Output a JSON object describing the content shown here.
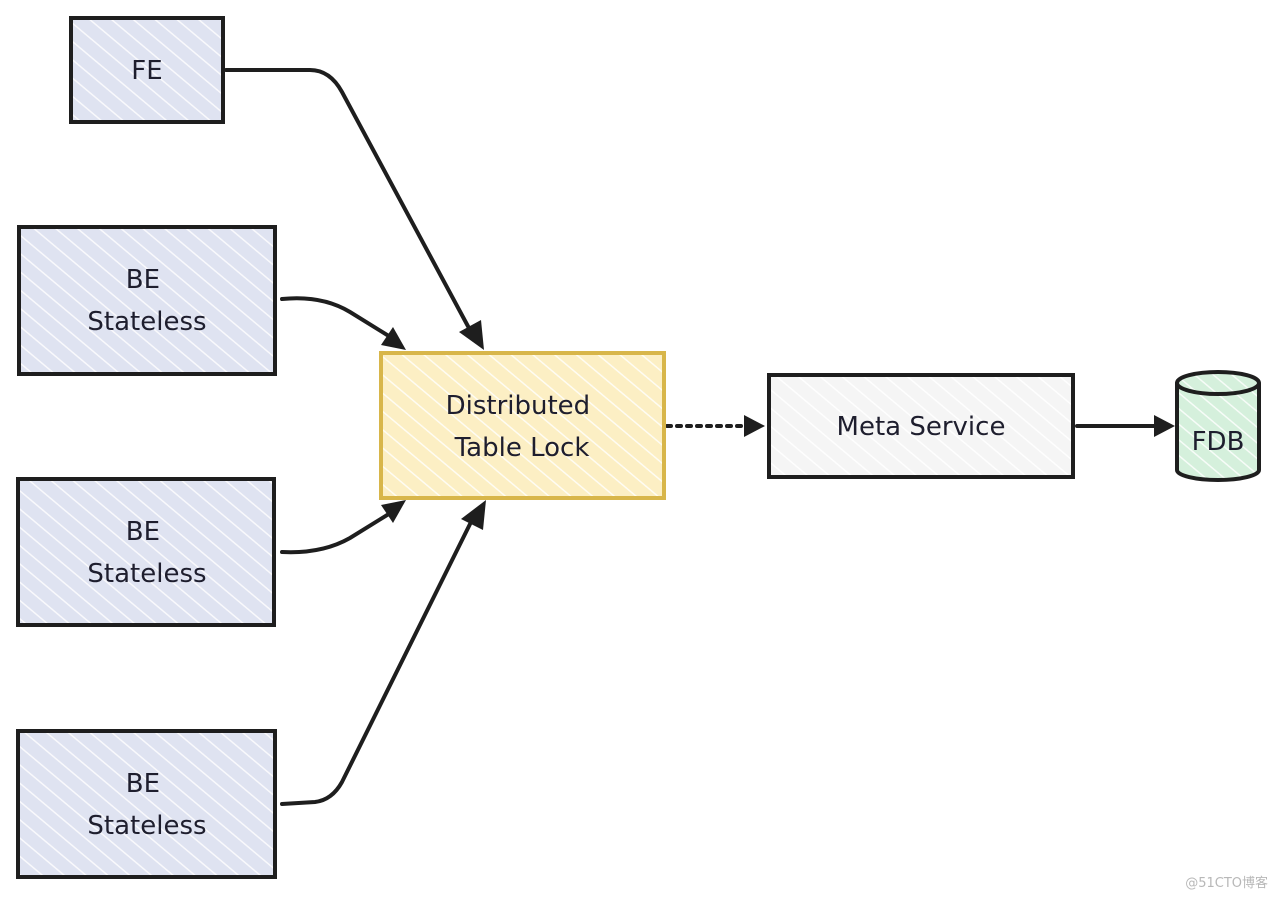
{
  "nodes": {
    "fe": {
      "label_lines": [
        "FE"
      ]
    },
    "be1": {
      "label_lines": [
        "BE",
        "Stateless"
      ]
    },
    "be2": {
      "label_lines": [
        "BE",
        "Stateless"
      ]
    },
    "be3": {
      "label_lines": [
        "BE",
        "Stateless"
      ]
    },
    "lock": {
      "label_lines": [
        "Distributed",
        "Table Lock"
      ]
    },
    "meta": {
      "label_lines": [
        "Meta Service"
      ]
    },
    "fdb": {
      "label_lines": [
        "FDB"
      ]
    }
  },
  "edges": [
    {
      "from": "FE",
      "to": "Distributed Table Lock",
      "style": "solid"
    },
    {
      "from": "BE Stateless",
      "to": "Distributed Table Lock",
      "style": "solid"
    },
    {
      "from": "BE Stateless",
      "to": "Distributed Table Lock",
      "style": "solid"
    },
    {
      "from": "BE Stateless",
      "to": "Distributed Table Lock",
      "style": "solid"
    },
    {
      "from": "Distributed Table Lock",
      "to": "Meta Service",
      "style": "dotted"
    },
    {
      "from": "Meta Service",
      "to": "FDB",
      "style": "solid"
    }
  ],
  "colors": {
    "client_fill": "#dfe3f1",
    "lock_fill": "#fcefc4",
    "lock_stroke": "#d8b64a",
    "meta_fill": "#f5f5f5",
    "db_fill": "#d5f0dc",
    "stroke": "#1e1e1e",
    "hatch": "#ffffff"
  },
  "watermark": "@51CTO博客"
}
